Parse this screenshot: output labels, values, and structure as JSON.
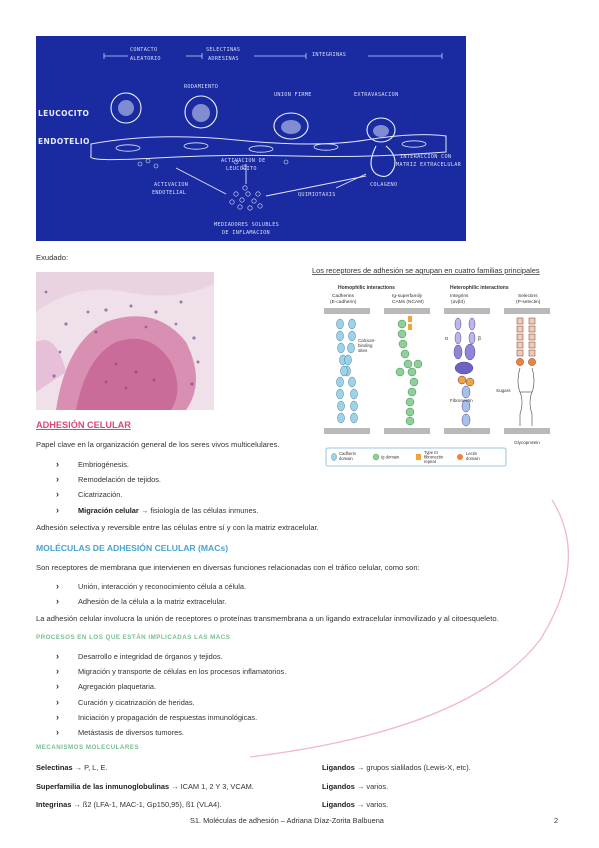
{
  "figure1": {
    "labels": {
      "contacto": "CONTACTO",
      "aleatorio": "ALEATORIO",
      "selectinas": "SELECTINAS",
      "adresinas": "ADRESINAS",
      "integrinas": "INTEGRINAS",
      "rodamiento": "RODAMIENTO",
      "union_firme": "UNION FIRME",
      "extravasacion": "EXTRAVASACION",
      "leucocito": "LEUCOCITO",
      "endotelio": "ENDOTELIO",
      "activacion_leucocito_1": "ACTIVACION DE",
      "activacion_leucocito_2": "LEUCOCITO",
      "activacion_endotelial_1": "ACTIVACION",
      "activacion_endotelial_2": "ENDOTELIAL",
      "quimiotaxis": "QUIMIOTAXIS",
      "mediadores_1": "MEDIADORES SOLUBLES",
      "mediadores_2": "DE INFLAMACION",
      "interaccion_1": "INTERACCION CON",
      "interaccion_2": "MATRIZ EXTRACELULAR",
      "colageno": "COLAGENO"
    },
    "colors": {
      "background": "#1a2aa0",
      "ink": "#d8defa"
    }
  },
  "exudado_label": "Exudado:",
  "figure3": {
    "title": "Los receptores de adhesión se agrupan en cuatro familias principales",
    "homophilic": "Homophilic interactions",
    "heterophilic": "Heterophilic interactions",
    "col1_a": "Cadherins",
    "col1_b": "(E-cadherin)",
    "col2_a": "Ig-superfamily",
    "col2_b": "CAMs (NCAM)",
    "col3_a": "Integrins",
    "col3_b": "(αvβ3)",
    "col4_a": "Selectins",
    "col4_b": "(P-selectin)",
    "calcium_1": "Calcium-",
    "calcium_2": "binding",
    "calcium_3": "sites",
    "alpha": "α",
    "beta": "β",
    "fibronectin": "Fibronectin",
    "sugars": "Sugars",
    "glycoprotein": "Glycoprotein",
    "legend": {
      "cadherin_1": "Cadherin",
      "cadherin_2": "domain",
      "ig": "Ig domain",
      "type3_1": "Type III",
      "type3_2": "fibronectin",
      "type3_3": "repeat",
      "lectin_1": "Lectin",
      "lectin_2": "domain"
    },
    "colors": {
      "cadherin": "#9cd3e8",
      "ig": "#8fd09a",
      "integrin": "#8f86d6",
      "lectin": "#f0813a",
      "membrane": "#b9b9b9"
    }
  },
  "adhesion": {
    "title": "ADHESIÓN CELULAR",
    "intro": "Papel clave en la organización general de los seres vivos multicelulares.",
    "items": [
      "Embriogénesis.",
      "Remodelación de tejidos.",
      "Cicatrización."
    ],
    "migracion_bold": "Migración celular",
    "migracion_rest": "fisiología de las células inmunes.",
    "arrow": "→",
    "summary": "Adhesión selectiva y reversible entre las células entre sí y con la matriz extracelular."
  },
  "macs": {
    "title": "MOLÉCULAS DE ADHESIÓN CELULAR (MACs)",
    "intro": "Son receptores de membrana que intervienen en diversas funciones relacionadas con el tráfico celular, como son:",
    "items": [
      "Unión, interacción y reconocimiento célula a célula.",
      "Adhesión de la célula a la matriz extracelular."
    ],
    "union_text": "La adhesión celular involucra la unión de receptores o proteínas transmembrana a un ligando extracelular inmovilizado y al citoesqueleto.",
    "procesos_title": "PROCESOS EN LOS QUE ESTÁN IMPLICADAS LAS MACS",
    "procesos": [
      "Desarrollo e integridad de órganos y tejidos.",
      "Migración y transporte de células en los procesos inflamatorios.",
      "Agregación plaquetaria.",
      "Curación y cicatrización de heridas.",
      "Iniciación y propagación de respuestas inmunológicas.",
      "Metástasis de diversos tumores."
    ],
    "mecanismos_title": "MECANISMOS MOLECULARES",
    "mecanismos": [
      {
        "name": "Selectinas",
        "value": "P, L, E.",
        "lig": "Ligandos",
        "lig_value": "grupos sialilados (Lewis-X, etc)."
      },
      {
        "name": "Superfamilia de las inmunoglobulinas",
        "value": "ICAM 1, 2 Y 3, VCAM.",
        "lig": "Ligandos",
        "lig_value": "varios."
      },
      {
        "name": "Integrinas",
        "value": "ß2 (LFA-1, MAC-1, Gp150,95), ß1 (VLA4).",
        "lig": "Ligandos",
        "lig_value": "varios."
      }
    ]
  },
  "footer": {
    "text": "S1. Moléculas de adhesión – Adriana Díaz-Zorita Balbuena",
    "page": "2"
  },
  "colors": {
    "pink": "#d6477a",
    "blue": "#48a3d3",
    "green": "#7abd8f",
    "curve": "#f2b7c8"
  }
}
